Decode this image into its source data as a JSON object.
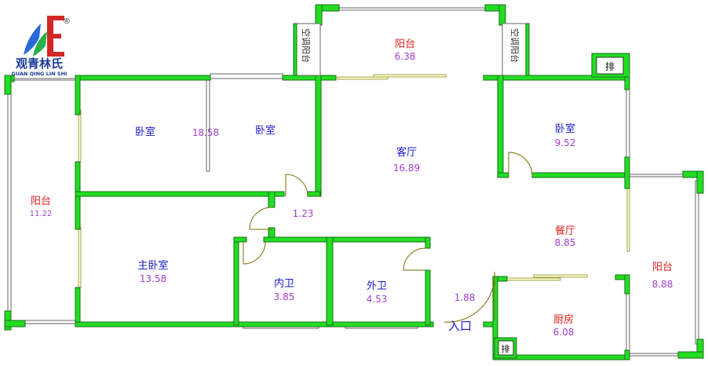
{
  "logo": {
    "name_cn": "观青林氏",
    "name_en": "GUAN QING LIN SHI",
    "registered": "®"
  },
  "rooms": {
    "balcony_top": {
      "name": "阳台",
      "area": "6.38"
    },
    "balcony_left": {
      "name": "阳台",
      "area": "11.22"
    },
    "bedroom_a": {
      "name": "卧室"
    },
    "bedroom_b": {
      "name": "卧室",
      "area": "18.58"
    },
    "bedroom_right": {
      "name": "卧室",
      "area": "9.52"
    },
    "living": {
      "name": "客厅",
      "area": "16.89"
    },
    "hall": {
      "area": "1.23"
    },
    "master": {
      "name": "主卧室",
      "area": "13.58"
    },
    "bath_in": {
      "name": "内卫",
      "area": "3.85"
    },
    "bath_out": {
      "name": "外卫",
      "area": "4.53"
    },
    "corridor": {
      "area": "1.88"
    },
    "dining": {
      "name": "餐厅",
      "area": "8.85"
    },
    "kitchen": {
      "name": "厨房",
      "area": "6.08"
    },
    "balcony_right": {
      "name": "阳台",
      "area": "8.88"
    }
  },
  "labels": {
    "ac_left": "空调阳台",
    "ac_right": "空调阳台",
    "vent_top": "排",
    "vent_bottom": "排",
    "entrance": "入口"
  },
  "colors": {
    "wall": "#22dd22",
    "room_name_blue": "#1a1acc",
    "room_name_red": "#e02020",
    "area_purple": "#a040d0"
  }
}
